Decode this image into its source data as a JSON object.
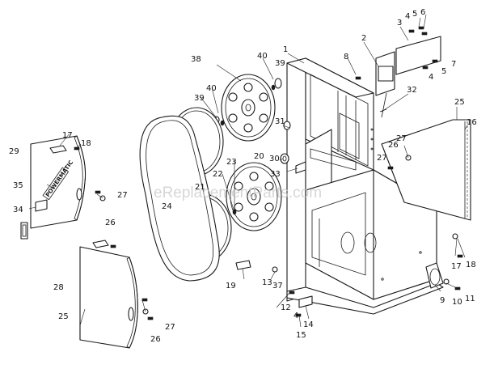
{
  "watermark": "eReplacementParts.com",
  "brand_text": "POWERMATIC",
  "callouts": [
    {
      "id": "c1",
      "text": "1"
    },
    {
      "id": "c2",
      "text": "2"
    },
    {
      "id": "c3",
      "text": "3"
    },
    {
      "id": "c4a",
      "text": "4"
    },
    {
      "id": "c5a",
      "text": "5"
    },
    {
      "id": "c6",
      "text": "6"
    },
    {
      "id": "c7",
      "text": "7"
    },
    {
      "id": "c5b",
      "text": "5"
    },
    {
      "id": "c4b",
      "text": "4"
    },
    {
      "id": "c8",
      "text": "8"
    },
    {
      "id": "c32",
      "text": "32"
    },
    {
      "id": "c25a",
      "text": "25"
    },
    {
      "id": "c16",
      "text": "16"
    },
    {
      "id": "c26a",
      "text": "26"
    },
    {
      "id": "c27a",
      "text": "27"
    },
    {
      "id": "c27b",
      "text": "27"
    },
    {
      "id": "c38",
      "text": "38"
    },
    {
      "id": "c40a",
      "text": "40"
    },
    {
      "id": "c39a",
      "text": "39"
    },
    {
      "id": "c40b",
      "text": "40"
    },
    {
      "id": "c39b",
      "text": "39"
    },
    {
      "id": "c31",
      "text": "31"
    },
    {
      "id": "c30",
      "text": "30"
    },
    {
      "id": "c33",
      "text": "33"
    },
    {
      "id": "c20",
      "text": "20"
    },
    {
      "id": "c23",
      "text": "23"
    },
    {
      "id": "c22",
      "text": "22"
    },
    {
      "id": "c21",
      "text": "21"
    },
    {
      "id": "c24",
      "text": "24"
    },
    {
      "id": "c17a",
      "text": "17"
    },
    {
      "id": "c18a",
      "text": "18"
    },
    {
      "id": "c29",
      "text": "29"
    },
    {
      "id": "c35",
      "text": "35"
    },
    {
      "id": "c27c",
      "text": "27"
    },
    {
      "id": "c26b",
      "text": "26"
    },
    {
      "id": "c34",
      "text": "34"
    },
    {
      "id": "c28",
      "text": "28"
    },
    {
      "id": "c25b",
      "text": "25"
    },
    {
      "id": "c26c",
      "text": "26"
    },
    {
      "id": "c27d",
      "text": "27"
    },
    {
      "id": "c19",
      "text": "19"
    },
    {
      "id": "c13",
      "text": "13"
    },
    {
      "id": "c37",
      "text": "37"
    },
    {
      "id": "c12",
      "text": "12"
    },
    {
      "id": "c4c",
      "text": "4"
    },
    {
      "id": "c14",
      "text": "14"
    },
    {
      "id": "c15",
      "text": "15"
    },
    {
      "id": "c9",
      "text": "9"
    },
    {
      "id": "c10",
      "text": "10"
    },
    {
      "id": "c11",
      "text": "11"
    },
    {
      "id": "c17b",
      "text": "17"
    },
    {
      "id": "c18b",
      "text": "18"
    }
  ]
}
